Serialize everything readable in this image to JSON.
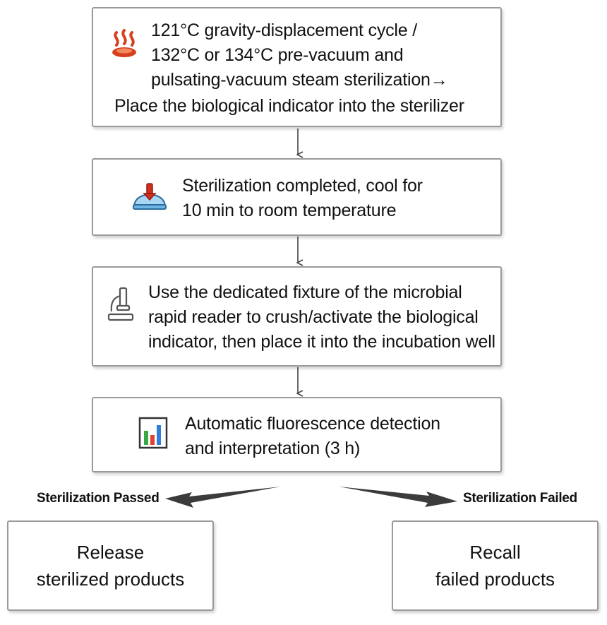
{
  "steps": [
    {
      "icon": "steam-icon",
      "lines": [
        "121°C gravity-displacement cycle /",
        "132°C or 134°C pre-vacuum and",
        "pulsating-vacuum steam sterilization→",
        "Place the biological indicator into the sterilizer"
      ]
    },
    {
      "icon": "cooling-thermometer-icon",
      "lines": [
        "Sterilization completed, cool for",
        "10 min to room temperature"
      ]
    },
    {
      "icon": "microscope-icon",
      "lines": [
        "Use the dedicated fixture of the microbial",
        "rapid reader to crush/activate the biological",
        "indicator, then place it into the incubation well"
      ]
    },
    {
      "icon": "bar-chart-icon",
      "lines": [
        "Automatic fluorescence detection",
        "and interpretation (3 h)"
      ]
    }
  ],
  "branches": {
    "passed_label": "Sterilization Passed",
    "failed_label": "Sterilization Failed"
  },
  "outcomes": {
    "passed": [
      "Release",
      "sterilized products"
    ],
    "failed": [
      "Recall",
      "failed products"
    ]
  },
  "colors": {
    "box_border": "#9a9a9a",
    "arrow": "#444444",
    "steam": "#d6401f",
    "chart_green": "#3aa845",
    "chart_red": "#e0432c",
    "chart_blue": "#2f7fd8"
  }
}
